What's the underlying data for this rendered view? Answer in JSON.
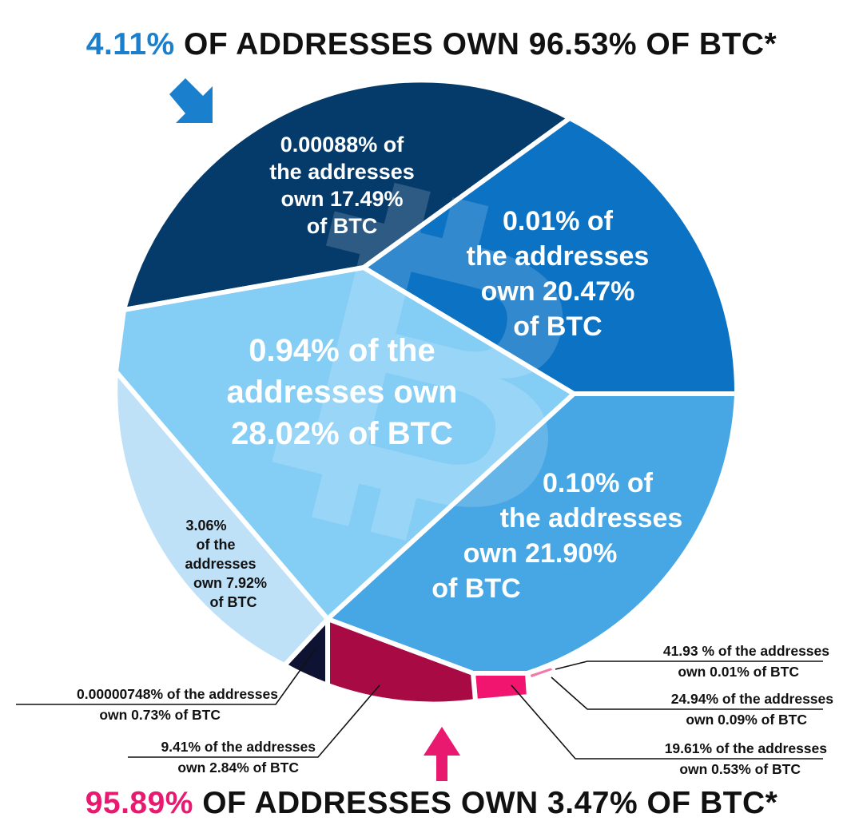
{
  "headline_top": {
    "highlight": "4.11%",
    "rest": " OF ADDRESSES OWN 96.53% OF BTC*"
  },
  "headline_bottom": {
    "highlight": "95.89%",
    "rest": " OF ADDRESSES OWN 3.47% OF BTC*"
  },
  "colors": {
    "accent_top": "#1a7fcd",
    "accent_bottom": "#e9196f",
    "navy": "#053b6b",
    "blue": "#0b72c4",
    "light_blue": "#84cdf5",
    "mid_blue": "#47a7e5",
    "pale_blue": "#bfe1f8",
    "dark_navy": "#0e1233",
    "crimson": "#a80a43",
    "pink": "#f2156f",
    "light_pink": "#f07aa9"
  },
  "icons": {
    "top": "arrow-down-right-icon",
    "bottom": "arrow-up-icon",
    "watermark": "bitcoin-icon"
  },
  "chart_data": {
    "type": "pie",
    "unit": "% of BTC",
    "slices": [
      {
        "label_lines": [
          "0.00088% of",
          "the addresses",
          "own 17.49%",
          "of BTC"
        ],
        "addresses_pct": 0.00088,
        "btc_pct": 17.49
      },
      {
        "label_lines": [
          "0.01% of",
          "the addresses",
          "own 20.47%",
          "of BTC"
        ],
        "addresses_pct": 0.01,
        "btc_pct": 20.47
      },
      {
        "label_lines": [
          "0.10% of",
          "the addresses",
          "own 21.90%",
          "of BTC"
        ],
        "addresses_pct": 0.1,
        "btc_pct": 21.9
      },
      {
        "label_lines": [
          "41.93 % of the addresses",
          "own 0.01% of BTC"
        ],
        "addresses_pct": 41.93,
        "btc_pct": 0.01
      },
      {
        "label_lines": [
          "24.94% of the addresses",
          "own 0.09% of BTC"
        ],
        "addresses_pct": 24.94,
        "btc_pct": 0.09
      },
      {
        "label_lines": [
          "19.61% of the addresses",
          "own 0.53% of BTC"
        ],
        "addresses_pct": 19.61,
        "btc_pct": 0.53
      },
      {
        "label_lines": [
          "9.41% of the addresses",
          "own 2.84% of BTC"
        ],
        "addresses_pct": 9.41,
        "btc_pct": 2.84
      },
      {
        "label_lines": [
          "0.00000748% of the addresses",
          "own 0.73% of BTC"
        ],
        "addresses_pct": 7.48e-06,
        "btc_pct": 0.73
      },
      {
        "label_lines": [
          "3.06%",
          "of the",
          "addresses",
          "own 7.92%",
          "of BTC"
        ],
        "addresses_pct": 3.06,
        "btc_pct": 7.92
      },
      {
        "label_lines": [
          "0.94% of the",
          "addresses own",
          "28.02% of BTC"
        ],
        "addresses_pct": 0.94,
        "btc_pct": 28.02
      }
    ]
  }
}
